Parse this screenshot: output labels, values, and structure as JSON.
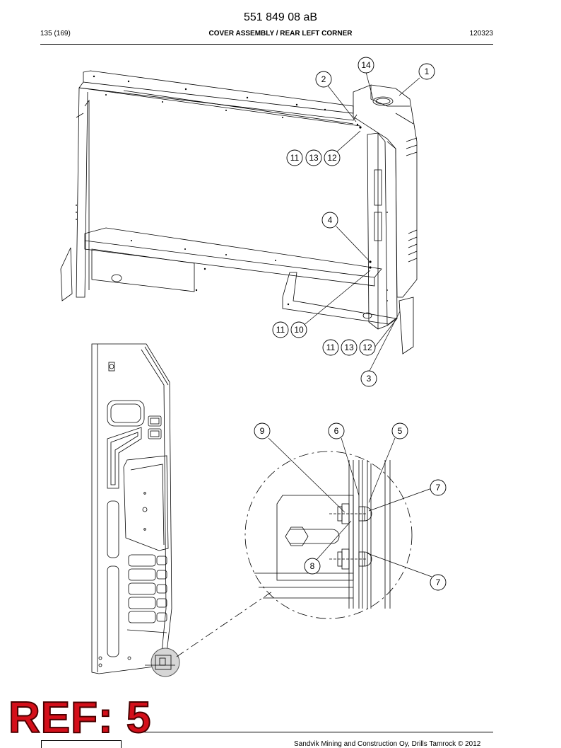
{
  "header": {
    "doc_number": "551 849 08 aB",
    "page": "135 (169)",
    "title": "COVER ASSEMBLY / REAR LEFT CORNER",
    "date_code": "120323"
  },
  "callouts": {
    "c14": "14",
    "c1": "1",
    "c2": "2",
    "c11a": "11",
    "c13a": "13",
    "c12a": "12",
    "c4": "4",
    "c11b": "11",
    "c10": "10",
    "c11c": "11",
    "c13b": "13",
    "c12b": "12",
    "c3": "3",
    "c9": "9",
    "c6": "6",
    "c5": "5",
    "c7a": "7",
    "c8": "8",
    "c7b": "7"
  },
  "footer": {
    "copyright": "Sandvik Mining and Construction Oy, Drills Tamrock © 2012",
    "ref_stamp": "REF: 5"
  }
}
